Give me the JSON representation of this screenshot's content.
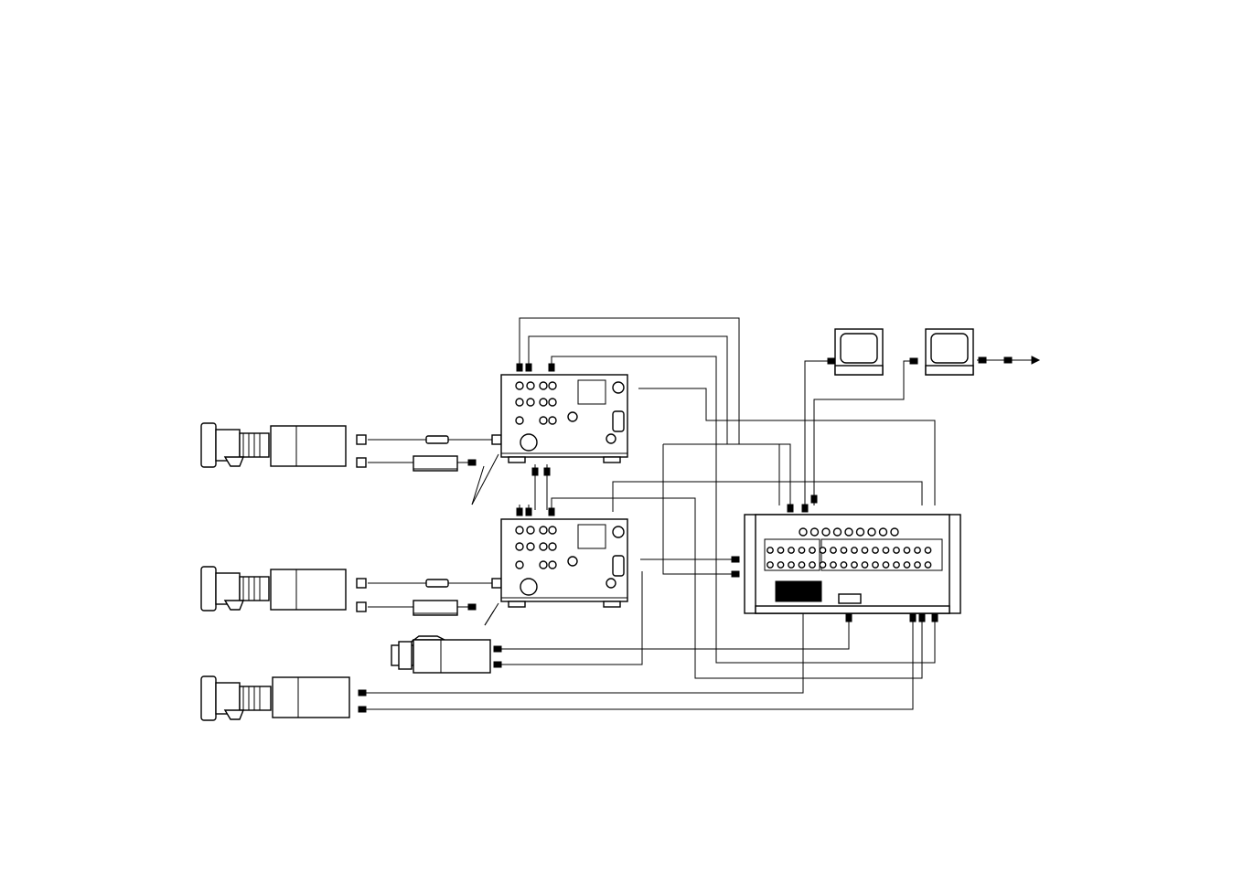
{
  "diagram": {
    "devices": [
      {
        "name": "camera-with-zoom-lens",
        "count": 3
      },
      {
        "name": "compact-camera",
        "count": 1
      },
      {
        "name": "camera-control-unit",
        "count": 2
      },
      {
        "name": "rack-mount-video-switcher",
        "count": 1
      },
      {
        "name": "video-monitor",
        "count": 2
      },
      {
        "name": "inline-power-adapter",
        "count": 2
      }
    ],
    "output_arrow": "arrow-right-icon"
  }
}
